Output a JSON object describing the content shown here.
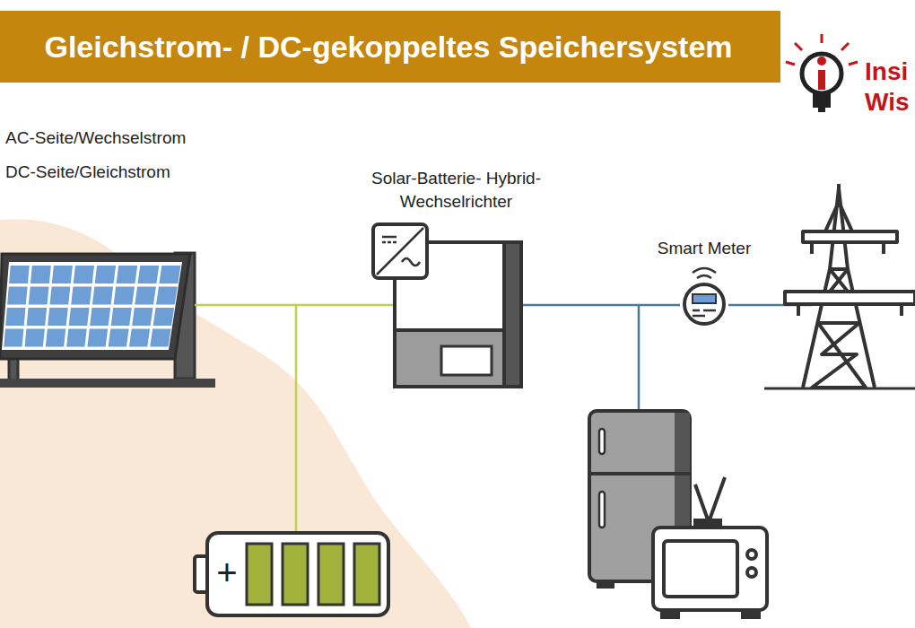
{
  "diagram": {
    "title": "Gleichstrom- / DC-gekoppeltes Speichersystem",
    "nodes": [
      {
        "text": [
          "Solar-Batterie- Hybrid-Wechselrichter"
        ]
      },
      {
        "text": [
          "Smart Meter"
        ]
      },
      {
        "text": [
          "+"
        ]
      }
    ],
    "edges": [
      {
        "from": 2,
        "to": 0,
        "arrow": "none"
      },
      {
        "from": 0,
        "to": 1,
        "arrow": "none"
      }
    ],
    "labels": [
      "Insi",
      "Wis"
    ],
    "legend": [
      {
        "text": "AC-Seite/Wechselstrom"
      },
      {
        "text": "DC-Seite/Gleichstrom"
      }
    ]
  }
}
